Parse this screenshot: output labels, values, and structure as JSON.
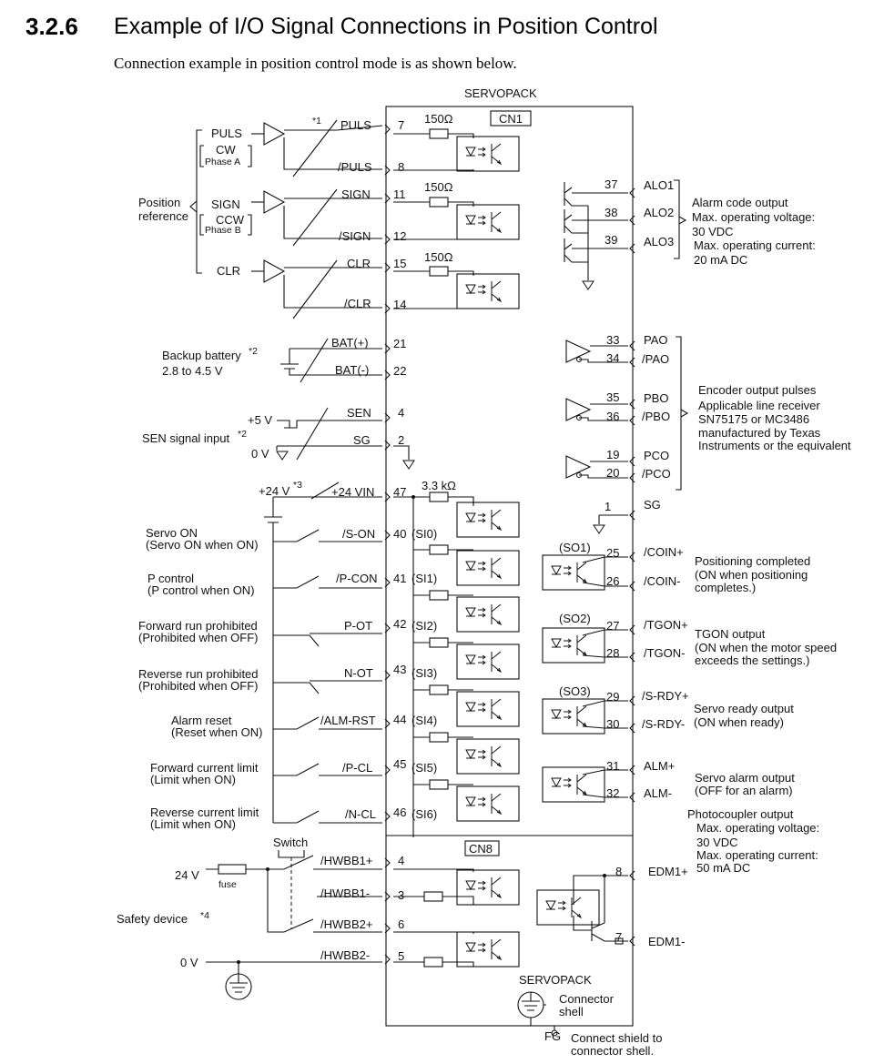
{
  "header": {
    "section_number": "3.2.6",
    "title": "Example of I/O Signal Connections in Position Control",
    "intro": "Connection example in position control mode is as shown below."
  },
  "diagram": {
    "servopack_label": "SERVOPACK",
    "cn1_label": "CN1",
    "cn8_label": "CN8",
    "position_reference": {
      "group_label_1": "Position",
      "group_label_2": "reference",
      "puls": "PULS",
      "cw": "CW",
      "phase_a": "Phase A",
      "sign": "SIGN",
      "ccw": "CCW",
      "phase_b": "Phase B",
      "clr": "CLR"
    },
    "note1": "*1",
    "resistor_150": "150Ω",
    "resistor_3k3": "3.3 kΩ",
    "left_pins": [
      {
        "sig": "PULS",
        "pin": "7"
      },
      {
        "sig": "/PULS",
        "pin": "8"
      },
      {
        "sig": "SIGN",
        "pin": "11"
      },
      {
        "sig": "/SIGN",
        "pin": "12"
      },
      {
        "sig": "CLR",
        "pin": "15"
      },
      {
        "sig": "/CLR",
        "pin": "14"
      },
      {
        "sig": "BAT(+)",
        "pin": "21"
      },
      {
        "sig": "BAT(-)",
        "pin": "22"
      },
      {
        "sig": "SEN",
        "pin": "4"
      },
      {
        "sig": "SG",
        "pin": "2"
      },
      {
        "sig": "+24 VIN",
        "pin": "47"
      }
    ],
    "battery": {
      "label": "Backup battery",
      "note": "*2",
      "range": "2.8 to 4.5 V"
    },
    "sen_input": {
      "label": "SEN signal input",
      "note": "*2",
      "plus5": "+5 V",
      "zero": "0 V"
    },
    "supply24": {
      "label": "+24 V",
      "note": "*3"
    },
    "inputs": [
      {
        "desc1": "Servo ON",
        "desc2": "(Servo ON when ON)",
        "sig": "/S-ON",
        "pin": "40",
        "si": "(SI0)"
      },
      {
        "desc1": "P control",
        "desc2": "(P control when ON)",
        "sig": "/P-CON",
        "pin": "41",
        "si": "(SI1)"
      },
      {
        "desc1": "Forward run prohibited",
        "desc2": "(Prohibited when OFF)",
        "sig": "P-OT",
        "pin": "42",
        "si": "(SI2)"
      },
      {
        "desc1": "Reverse run prohibited",
        "desc2": "(Prohibited when OFF)",
        "sig": "N-OT",
        "pin": "43",
        "si": "(SI3)"
      },
      {
        "desc1": "Alarm reset",
        "desc2": "(Reset when ON)",
        "sig": "/ALM-RST",
        "pin": "44",
        "si": "(SI4)"
      },
      {
        "desc1": "Forward current limit",
        "desc2": "(Limit when ON)",
        "sig": "/P-CL",
        "pin": "45",
        "si": "(SI5)"
      },
      {
        "desc1": "Reverse current limit",
        "desc2": "(Limit when ON)",
        "sig": "/N-CL",
        "pin": "46",
        "si": "(SI6)"
      }
    ],
    "alarm_code": {
      "pins": [
        {
          "pin": "37",
          "sig": "ALO1"
        },
        {
          "pin": "38",
          "sig": "ALO2"
        },
        {
          "pin": "39",
          "sig": "ALO3"
        }
      ],
      "line1": "Alarm code output",
      "line2": "Max. operating voltage:",
      "line3": "30 VDC",
      "line4": "Max. operating current:",
      "line5": "20 mA DC"
    },
    "encoder": {
      "pins": [
        {
          "pin": "33",
          "sig": "PAO"
        },
        {
          "pin": "34",
          "sig": "/PAO"
        },
        {
          "pin": "35",
          "sig": "PBO"
        },
        {
          "pin": "36",
          "sig": "/PBO"
        },
        {
          "pin": "19",
          "sig": "PCO"
        },
        {
          "pin": "20",
          "sig": "/PCO"
        }
      ],
      "line1": "Encoder output pulses",
      "line2": "Applicable line receiver",
      "line3": "SN75175 or MC3486",
      "line4": "manufactured by Texas",
      "line5": "Instruments or the equivalent"
    },
    "sg_right": {
      "pin": "1",
      "sig": "SG"
    },
    "outputs": [
      {
        "so": "(SO1)",
        "pin_a": "25",
        "sig_a": "/COIN+",
        "pin_b": "26",
        "sig_b": "/COIN-",
        "desc1": "Positioning completed",
        "desc2": "(ON when positioning",
        "desc3": "completes.)"
      },
      {
        "so": "(SO2)",
        "pin_a": "27",
        "sig_a": "/TGON+",
        "pin_b": "28",
        "sig_b": "/TGON-",
        "desc1": "TGON output",
        "desc2": "(ON when the motor speed",
        "desc3": "exceeds the settings.)"
      },
      {
        "so": "(SO3)",
        "pin_a": "29",
        "sig_a": "/S-RDY+",
        "pin_b": "30",
        "sig_b": "/S-RDY-",
        "desc1": "Servo ready output",
        "desc2": "(ON when ready)",
        "desc3": ""
      },
      {
        "so": "",
        "pin_a": "31",
        "sig_a": "ALM+",
        "pin_b": "32",
        "sig_b": "ALM-",
        "desc1": "Servo alarm output",
        "desc2": "(OFF for an alarm)",
        "desc3": ""
      }
    ],
    "photocoupler": {
      "line1": "Photocoupler output",
      "line2": "Max. operating voltage:",
      "line3": "30 VDC",
      "line4": "Max. operating current:",
      "line5": "50 mA DC"
    },
    "safety": {
      "switch_label": "Switch",
      "v24": "24 V",
      "fuse": "fuse",
      "device": "Safety device",
      "note": "*4",
      "v0": "0 V",
      "pins": [
        {
          "sig": "/HWBB1+",
          "pin": "4"
        },
        {
          "sig": "/HWBB1-",
          "pin": "3"
        },
        {
          "sig": "/HWBB2+",
          "pin": "6"
        },
        {
          "sig": "/HWBB2-",
          "pin": "5"
        }
      ],
      "edm1p": {
        "pin": "8",
        "sig": "EDM1+"
      },
      "edm1n": {
        "pin": "7",
        "sig": "EDM1-"
      }
    },
    "bottom": {
      "servopack": "SERVOPACK",
      "conn1": "Connector",
      "conn2": "shell",
      "fg": "FG",
      "shield1": "Connect shield to",
      "shield2": "connector shell."
    }
  }
}
